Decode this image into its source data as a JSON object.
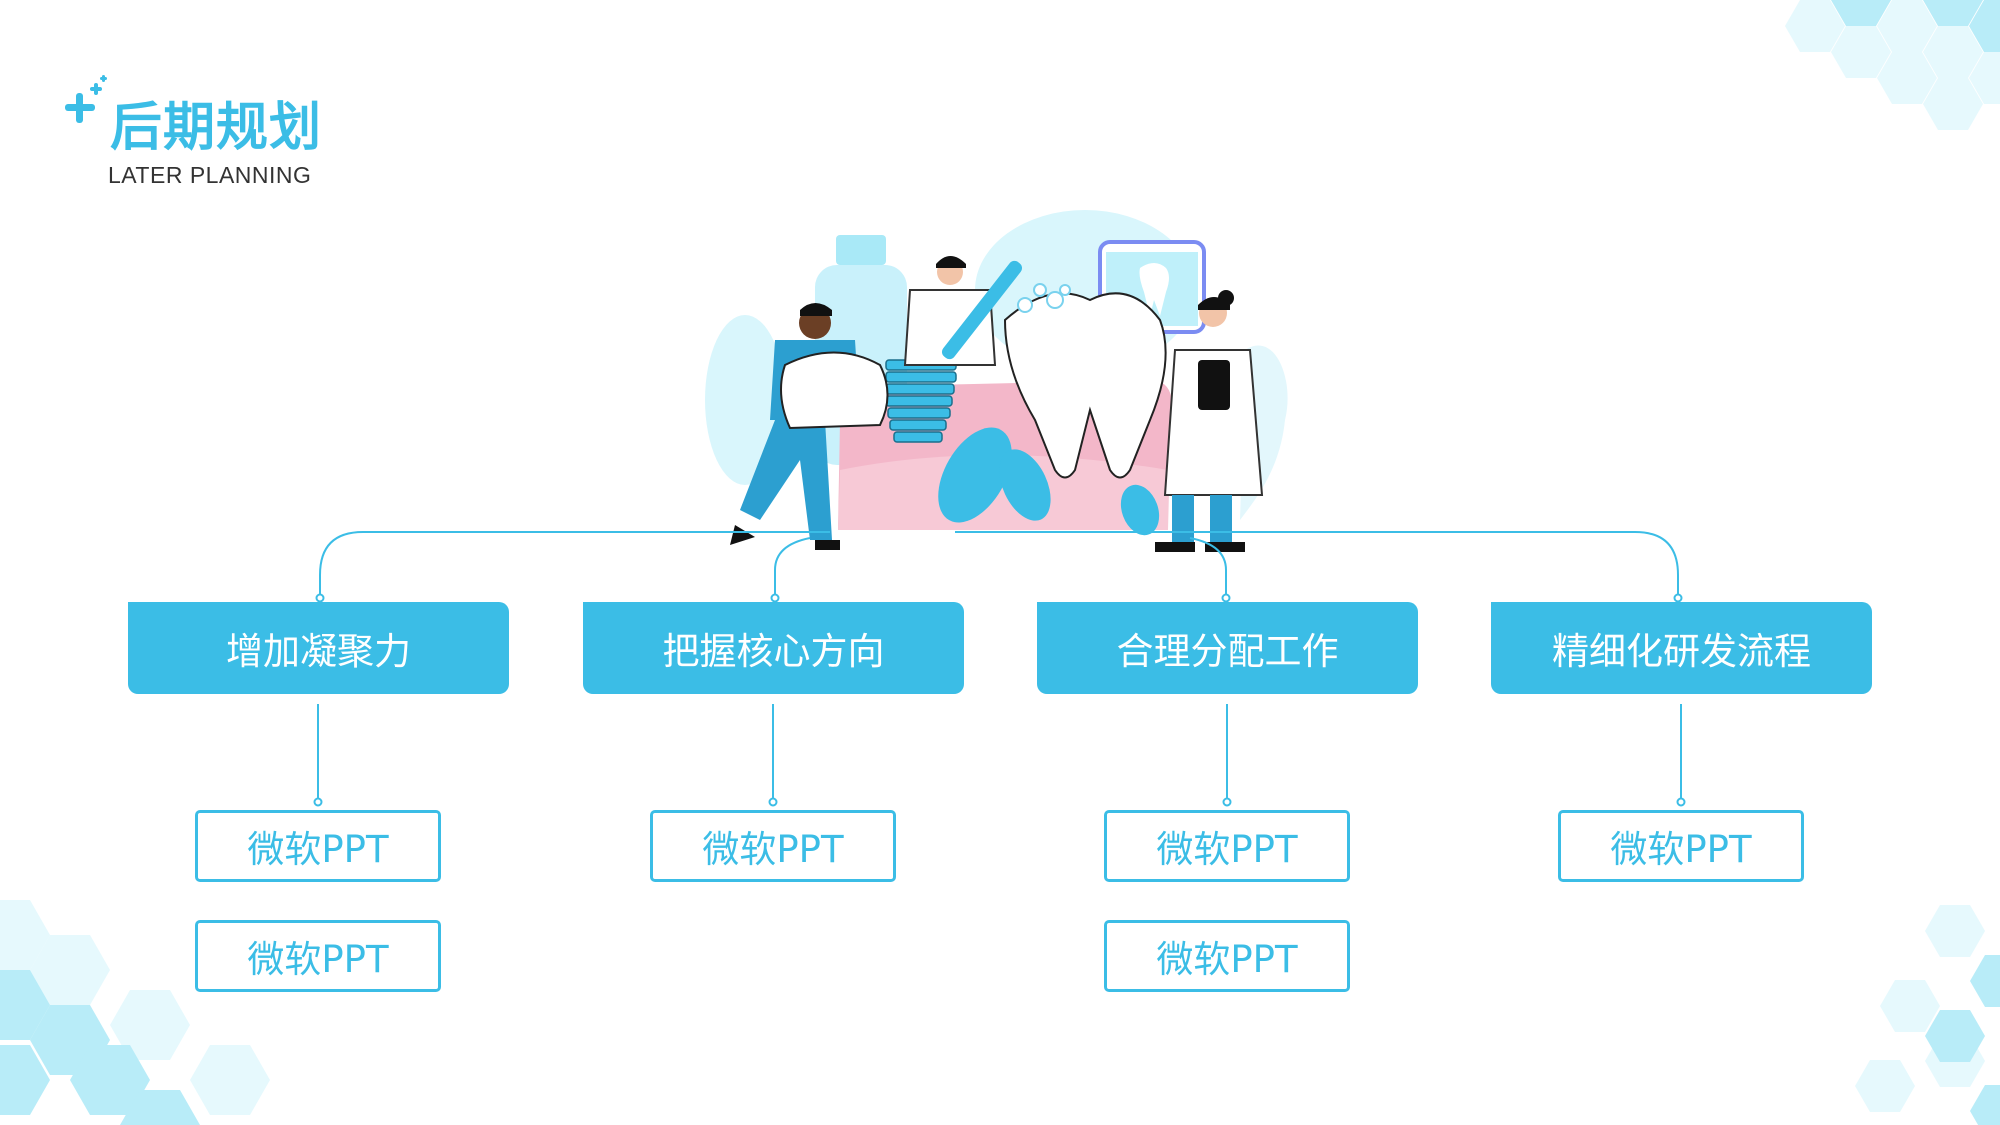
{
  "header": {
    "title": "后期规划",
    "subtitle": "LATER PLANNING"
  },
  "branches": [
    {
      "label": "增加凝聚力",
      "items": [
        "微软PPT",
        "微软PPT"
      ]
    },
    {
      "label": "把握核心方向",
      "items": [
        "微软PPT"
      ]
    },
    {
      "label": "合理分配工作",
      "items": [
        "微软PPT",
        "微软PPT"
      ]
    },
    {
      "label": "精细化研发流程",
      "items": [
        "微软PPT"
      ]
    }
  ],
  "colors": {
    "accent": "#3bbde6",
    "hexagon_light": "#d9f6fc",
    "hexagon_mid": "#a9e9f7",
    "gum_pink": "#f3b7c9"
  }
}
